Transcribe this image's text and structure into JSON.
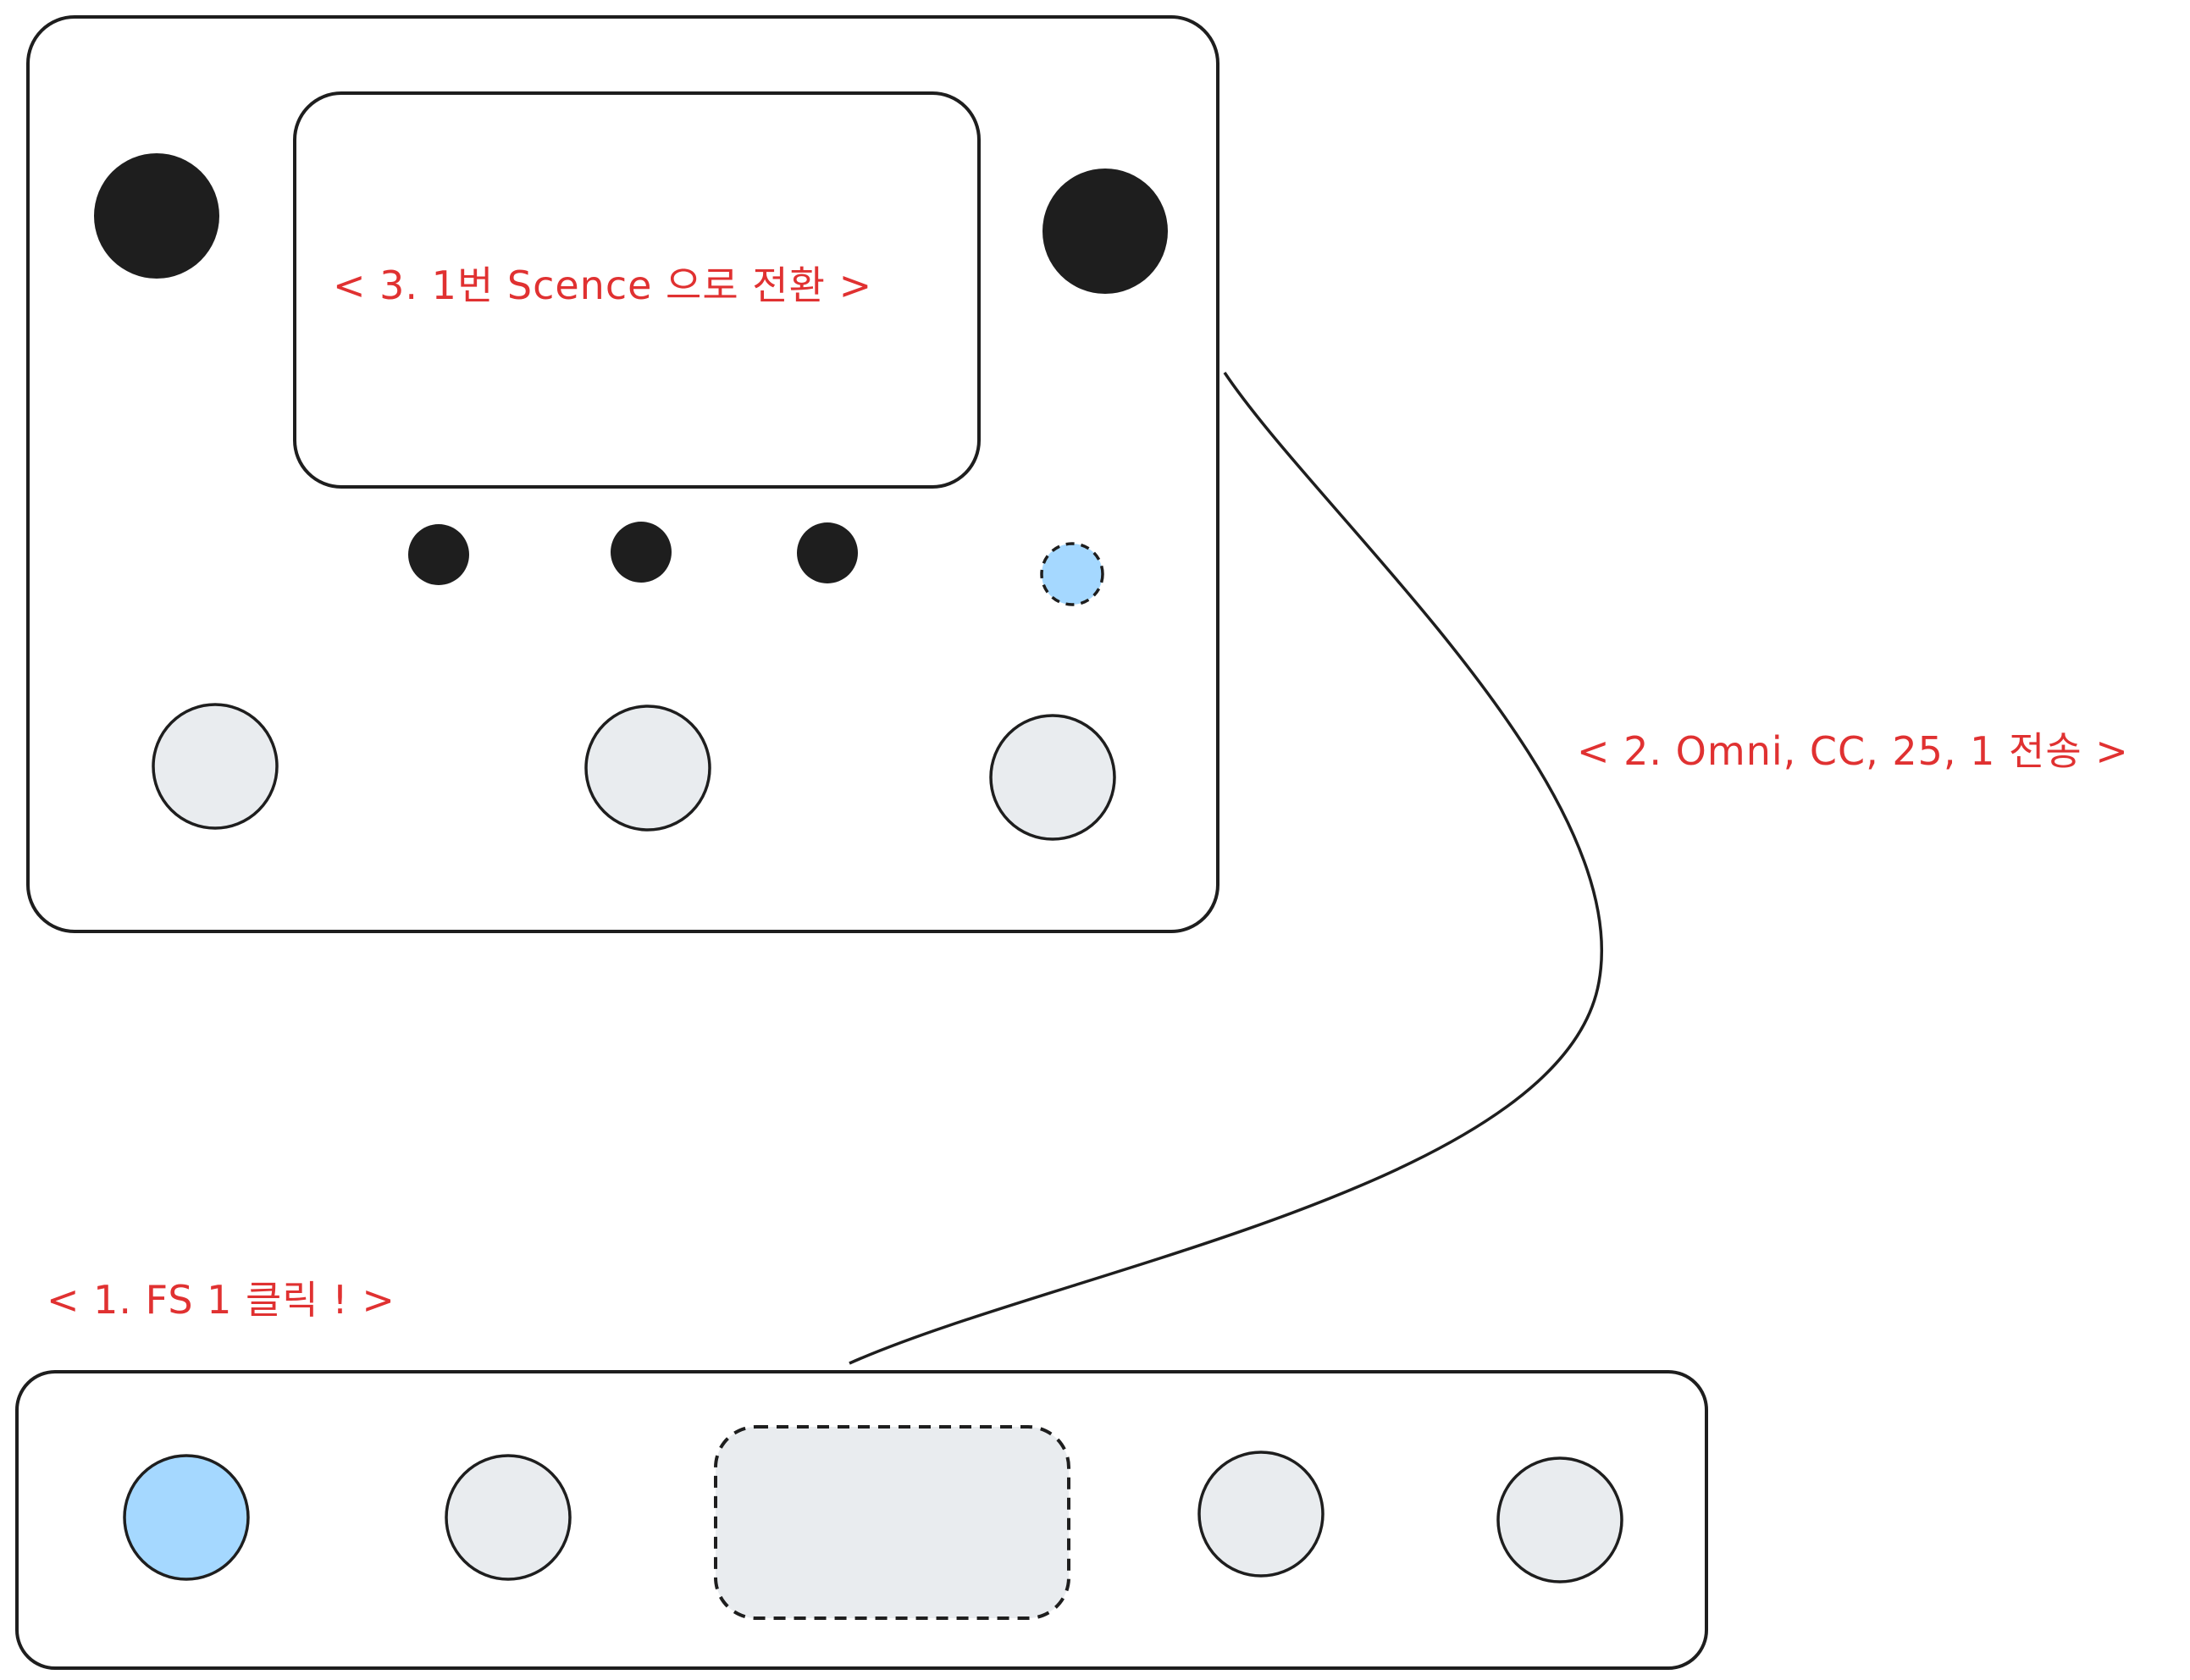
{
  "labels": {
    "step1": "< 1. FS 1 클릭 ! >",
    "step2": "< 2. Omni, CC, 25, 1 전송 >",
    "step3": "< 3. 1번 Scence 으로 전환 >"
  },
  "colors": {
    "annotation": "#e03131",
    "stroke": "#1e1e1e",
    "knob_fill": "#1e1e1e",
    "button_fill": "#e9ecef",
    "highlight_fill": "#a5d8ff",
    "background": "#ffffff"
  },
  "multi_effect": {
    "knobs": [
      "knob-left",
      "knob-right"
    ],
    "small_buttons": [
      "button-1",
      "button-2",
      "button-3"
    ],
    "led": {
      "name": "midi-indicator-led",
      "state": "active"
    },
    "footswitches": [
      "footswitch-1",
      "footswitch-2",
      "footswitch-3"
    ]
  },
  "midi_controller": {
    "footswitches": [
      {
        "name": "fs-1",
        "state": "pressed"
      },
      {
        "name": "fs-2",
        "state": "idle"
      },
      {
        "name": "fs-3",
        "state": "idle"
      },
      {
        "name": "fs-4",
        "state": "idle"
      }
    ]
  }
}
